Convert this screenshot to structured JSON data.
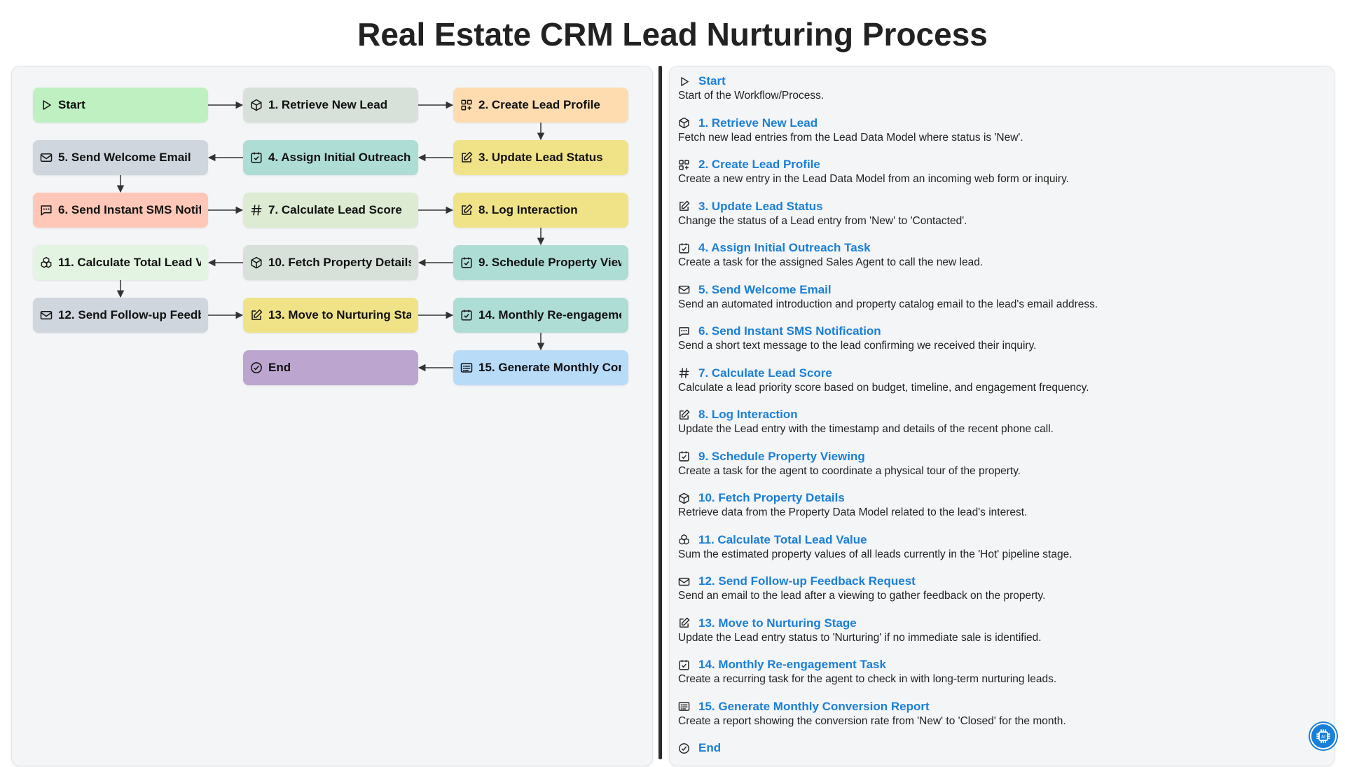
{
  "title": "Real Estate CRM Lead Nurturing Process",
  "colors": {
    "link": "#1a7fd8",
    "green": "#bff0c2",
    "sage": "#d7e1da",
    "peach": "#ffdcb0",
    "yellow": "#f0e387",
    "teal": "#aeddd6",
    "slate": "#cfd6dd",
    "salmon": "#ffc7b8",
    "lightsage": "#dcebd2",
    "mint": "#e4f4e2",
    "purple": "#bca6cf",
    "blue": "#b8dbf8"
  },
  "nodes": [
    {
      "label": "Start",
      "full_title": "Start",
      "icon": "play-icon",
      "color": "green",
      "desc": "Start of the Workflow/Process."
    },
    {
      "label": "1. Retrieve New Lead",
      "full_title": "1. Retrieve New Lead",
      "icon": "cube-icon",
      "color": "sage",
      "desc": "Fetch new lead entries from the Lead Data Model where status is 'New'."
    },
    {
      "label": "2. Create Lead Profile",
      "full_title": "2. Create Lead Profile",
      "icon": "grid-plus-icon",
      "color": "peach",
      "desc": "Create a new entry in the Lead Data Model from an incoming web form or inquiry."
    },
    {
      "label": "3. Update Lead Status",
      "full_title": "3. Update Lead Status",
      "icon": "edit-icon",
      "color": "yellow",
      "desc": "Change the status of a Lead entry from 'New' to 'Contacted'."
    },
    {
      "label": "4. Assign Initial Outreach T",
      "full_title": "4. Assign Initial Outreach Task",
      "icon": "checkbox-icon",
      "color": "teal",
      "desc": "Create a task for the assigned Sales Agent to call the new lead."
    },
    {
      "label": "5. Send Welcome Email",
      "full_title": "5. Send Welcome Email",
      "icon": "mail-icon",
      "color": "slate",
      "desc": "Send an automated introduction and property catalog email to the lead's email address."
    },
    {
      "label": "6. Send Instant SMS Notific",
      "full_title": "6. Send Instant SMS Notification",
      "icon": "message-icon",
      "color": "salmon",
      "desc": "Send a short text message to the lead confirming we received their inquiry."
    },
    {
      "label": "7. Calculate Lead Score",
      "full_title": "7. Calculate Lead Score",
      "icon": "hash-icon",
      "color": "lightsage",
      "desc": "Calculate a lead priority score based on budget, timeline, and engagement frequency."
    },
    {
      "label": "8. Log Interaction",
      "full_title": "8. Log Interaction",
      "icon": "edit-icon",
      "color": "yellow",
      "desc": "Update the Lead entry with the timestamp and details of the recent phone call."
    },
    {
      "label": "9. Schedule Property Viewi",
      "full_title": "9. Schedule Property Viewing",
      "icon": "checkbox-icon",
      "color": "teal",
      "desc": "Create a task for the agent to coordinate a physical tour of the property."
    },
    {
      "label": "10. Fetch Property Details",
      "full_title": "10. Fetch Property Details",
      "icon": "cube-icon",
      "color": "sage",
      "desc": "Retrieve data from the Property Data Model related to the lead's interest."
    },
    {
      "label": "11. Calculate Total Lead Val",
      "full_title": "11. Calculate Total Lead Value",
      "icon": "cubes-icon",
      "color": "mint",
      "desc": "Sum the estimated property values of all leads currently in the 'Hot' pipeline stage."
    },
    {
      "label": "12. Send Follow-up Feedba",
      "full_title": "12. Send Follow-up Feedback Request",
      "icon": "mail-icon",
      "color": "slate",
      "desc": "Send an email to the lead after a viewing to gather feedback on the property."
    },
    {
      "label": "13. Move to Nurturing Stag",
      "full_title": "13. Move to Nurturing Stage",
      "icon": "edit-icon",
      "color": "yellow",
      "desc": "Update the Lead entry status to 'Nurturing' if no immediate sale is identified."
    },
    {
      "label": "14. Monthly Re-engagemen",
      "full_title": "14. Monthly Re-engagement Task",
      "icon": "checkbox-icon",
      "color": "teal",
      "desc": "Create a recurring task for the agent to check in with long-term nurturing leads."
    },
    {
      "label": "15. Generate Monthly Conv",
      "full_title": "15. Generate Monthly Conversion Report",
      "icon": "report-icon",
      "color": "blue",
      "desc": "Create a report showing the conversion rate from 'New' to 'Closed' for the month."
    },
    {
      "label": "End",
      "full_title": "End",
      "icon": "check-circle-icon",
      "color": "purple",
      "desc": ""
    }
  ],
  "help_icon": "ai-chip-icon"
}
